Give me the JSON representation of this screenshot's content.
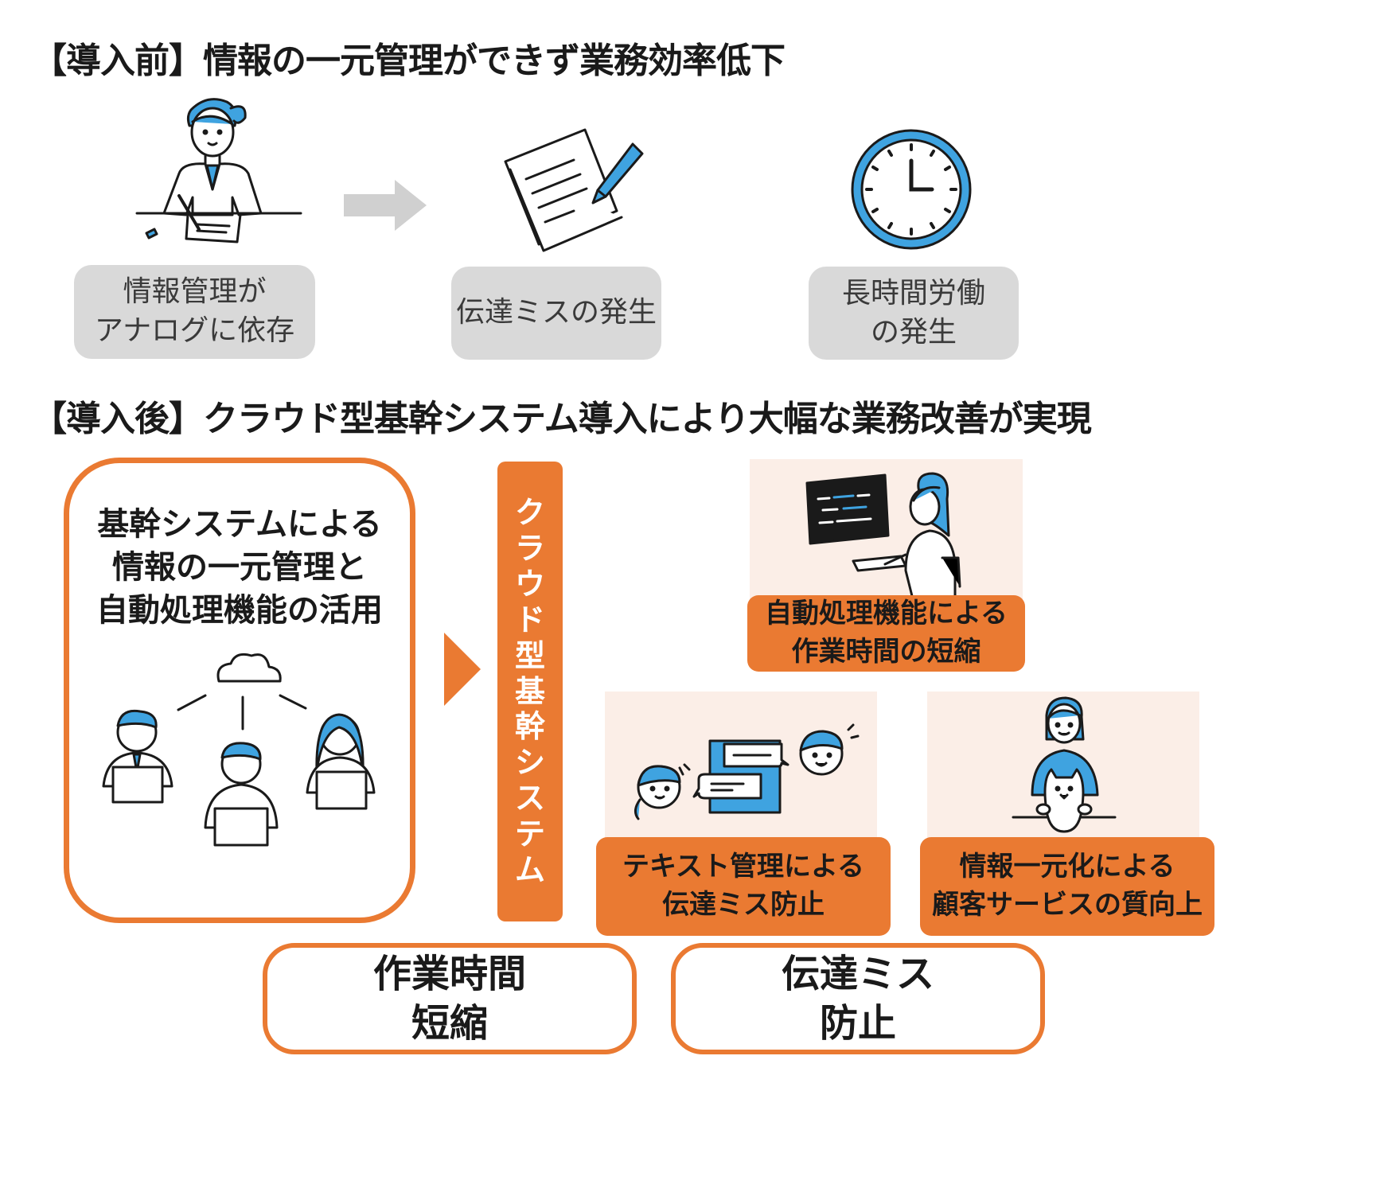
{
  "before": {
    "heading": "【導入前】情報の一元管理ができず業務効率低下",
    "items": [
      {
        "label": "情報管理が\nアナログに依存",
        "icon": "woman-writing-icon"
      },
      {
        "label": "伝達ミスの発生",
        "icon": "document-pen-icon"
      },
      {
        "label": "長時間労働\nの発生",
        "icon": "clock-icon"
      }
    ]
  },
  "after": {
    "heading": "【導入後】クラウド型基幹システム導入により大幅な業務改善が実現",
    "main_box": "基幹システムによる\n情報の一元管理と\n自動処理機能の活用",
    "system_label": "クラウド型基幹システム",
    "benefits": [
      {
        "label": "自動処理機能による\n作業時間の短縮",
        "icon": "woman-at-computer-icon"
      },
      {
        "label": "テキスト管理による\n伝達ミス防止",
        "icon": "chat-messages-icon"
      },
      {
        "label": "情報一元化による\n顧客サービスの質向上",
        "icon": "woman-with-cat-icon"
      }
    ],
    "results": [
      "作業時間\n短縮",
      "伝達ミス\n防止"
    ]
  },
  "colors": {
    "accent": "#ea7a32",
    "blue": "#3fa3e0",
    "gray_box": "#d9d9d9",
    "arrow_gray": "#d0d0d0",
    "panel": "#fbeee7"
  }
}
